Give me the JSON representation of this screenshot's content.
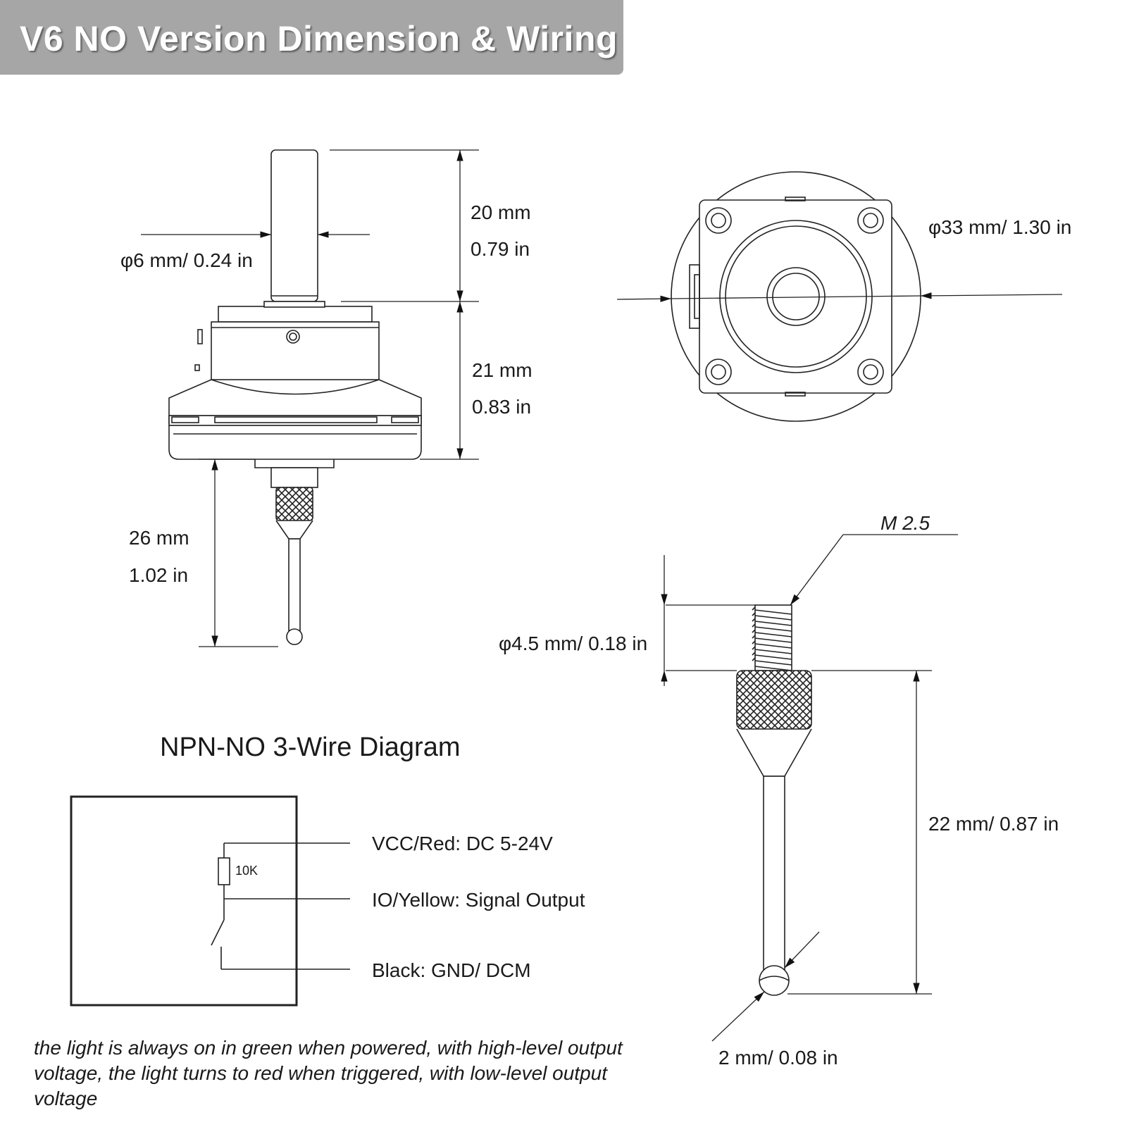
{
  "header": {
    "title": "V6 NO Version Dimension & Wiring"
  },
  "dimensions": {
    "stylus_diameter": "φ6 mm/ 0.24 in",
    "top_height_mm": "20 mm",
    "top_height_in": "0.79 in",
    "body_height_mm": "21 mm",
    "body_height_in": "0.83 in",
    "probe_length_mm": "26 mm",
    "probe_length_in": "1.02 in",
    "body_diameter": "φ33 mm/ 1.30 in",
    "thread_label": "M 2.5",
    "knurl_diameter": "φ4.5 mm/ 0.18 in",
    "tip_length": "22 mm/ 0.87 in",
    "ball_diameter": "2 mm/ 0.08 in"
  },
  "wiring": {
    "title": "NPN-NO 3-Wire Diagram",
    "resistor": "10K",
    "wires": [
      {
        "label": "VCC/Red: DC 5-24V"
      },
      {
        "label": "IO/Yellow: Signal Output"
      },
      {
        "label": "Black: GND/ DCM"
      }
    ]
  },
  "note": "the light is always on in green when powered, with high-level output voltage, the light turns to red when triggered, with low-level output voltage"
}
